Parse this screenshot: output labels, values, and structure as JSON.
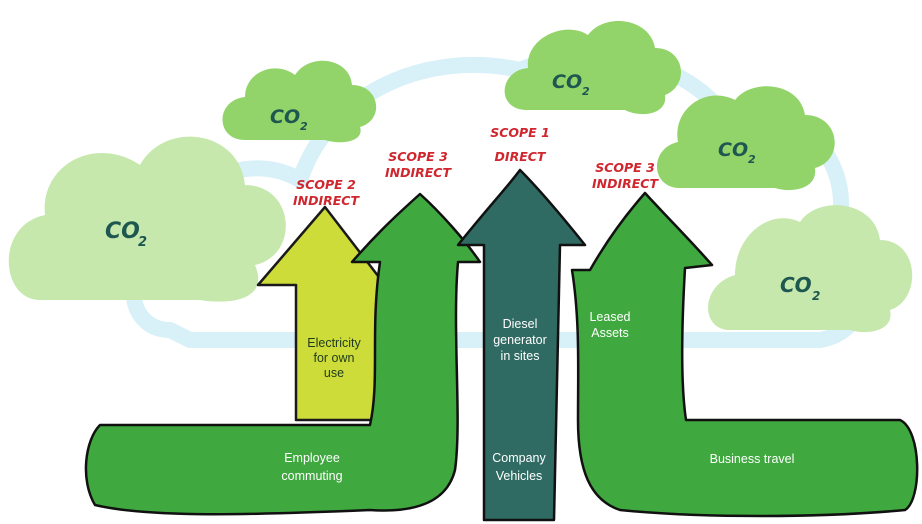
{
  "clouds": [
    {
      "text": "CO",
      "sub": "2"
    },
    {
      "text": "CO",
      "sub": "2"
    },
    {
      "text": "CO",
      "sub": "2"
    },
    {
      "text": "CO",
      "sub": "2"
    },
    {
      "text": "CO",
      "sub": "2"
    }
  ],
  "scopes": {
    "scope2": {
      "line1": "SCOPE 2",
      "line2": "INDIRECT"
    },
    "scope3_left": {
      "line1": "SCOPE 3",
      "line2": "INDIRECT"
    },
    "scope1": {
      "line1": "SCOPE 1",
      "line2": "DIRECT"
    },
    "scope3_right": {
      "line1": "SCOPE 3",
      "line2": "INDIRECT"
    }
  },
  "arrows": {
    "electricity": {
      "line1": "Electricity",
      "line2": "for own",
      "line3": "use"
    },
    "diesel": {
      "line1": "Diesel",
      "line2": "generator",
      "line3": "in sites"
    },
    "leased": {
      "line1": "Leased",
      "line2": "Assets"
    },
    "employee": {
      "line1": "Employee",
      "line2": "commuting"
    },
    "company": {
      "line1": "Company",
      "line2": "Vehicles"
    },
    "business": {
      "line1": "Business travel"
    }
  },
  "colors": {
    "cloud_light": "#c6e8ad",
    "cloud_dark": "#92d46a",
    "outline_cloud": "#d8f0f8",
    "arrow_green": "#3fa83f",
    "arrow_yellow": "#cddc39",
    "arrow_teal": "#2f6b62",
    "scope_red": "#d0262e"
  }
}
